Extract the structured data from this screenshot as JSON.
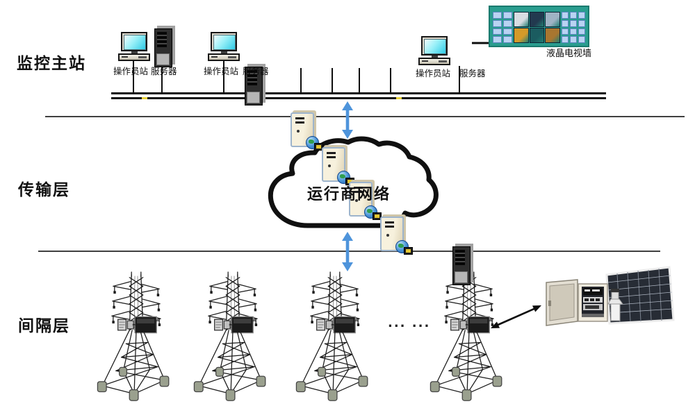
{
  "layer_labels": {
    "master": "监控主站",
    "transport": "传输层",
    "bay": "间隔层"
  },
  "master_station": {
    "groups": [
      {
        "workstation": "操作员站",
        "server": "服务器"
      },
      {
        "workstation": "操作员站",
        "server": "服务器"
      },
      {
        "workstation": "操作员站",
        "server": "服务器"
      }
    ],
    "comm_servers": {
      "count": 4
    },
    "tv_wall": {
      "label": "液晶电视墙",
      "tile_count_left": 8,
      "tile_count_right": 12,
      "photo_colors": [
        "#d8dde2",
        "#22394f",
        "#9fb3c4",
        "#d59a29",
        "#1b5c60",
        "#a87630"
      ]
    }
  },
  "transport": {
    "cloud_label": "运行商网络"
  },
  "bay": {
    "ellipsis": "... ...",
    "tower_count": 4
  },
  "icons": {
    "workstation": "monitor-icon",
    "server": "server-tower-icon",
    "comm_server": "globe-server-icon",
    "tv_wall": "video-wall-icon",
    "cloud": "network-cloud-icon",
    "tower": "transmission-tower-icon",
    "cabinet": "equipment-cabinet-icon",
    "solar_panel": "solar-panel-icon"
  },
  "colors": {
    "arrow_blue": "#4e94db",
    "tv_frame_teal": "#2a9d8f",
    "tile_blue": "#b9d3f2",
    "screen_cyan": "#49d5e8",
    "bus_black": "#0d0d0d"
  }
}
